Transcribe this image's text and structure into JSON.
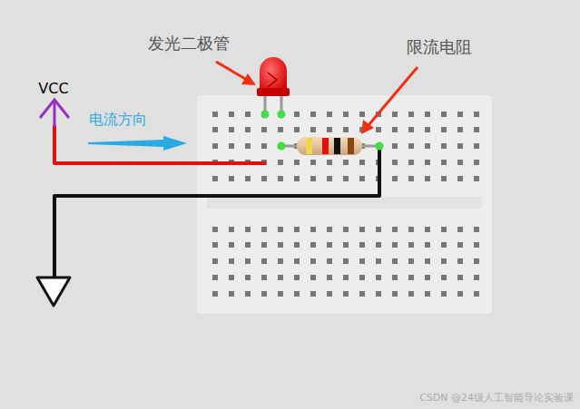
{
  "diagram": {
    "labels": [
      "发光二极管",
      "限流电阻",
      "VCC",
      "电流方向",
      "CSDN @24级人工智能导论实验课"
    ]
  }
}
